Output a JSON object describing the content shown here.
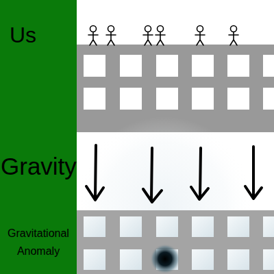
{
  "diagram": {
    "labels": [
      "Us",
      "Gravity",
      "Gravitational Anomaly"
    ]
  }
}
